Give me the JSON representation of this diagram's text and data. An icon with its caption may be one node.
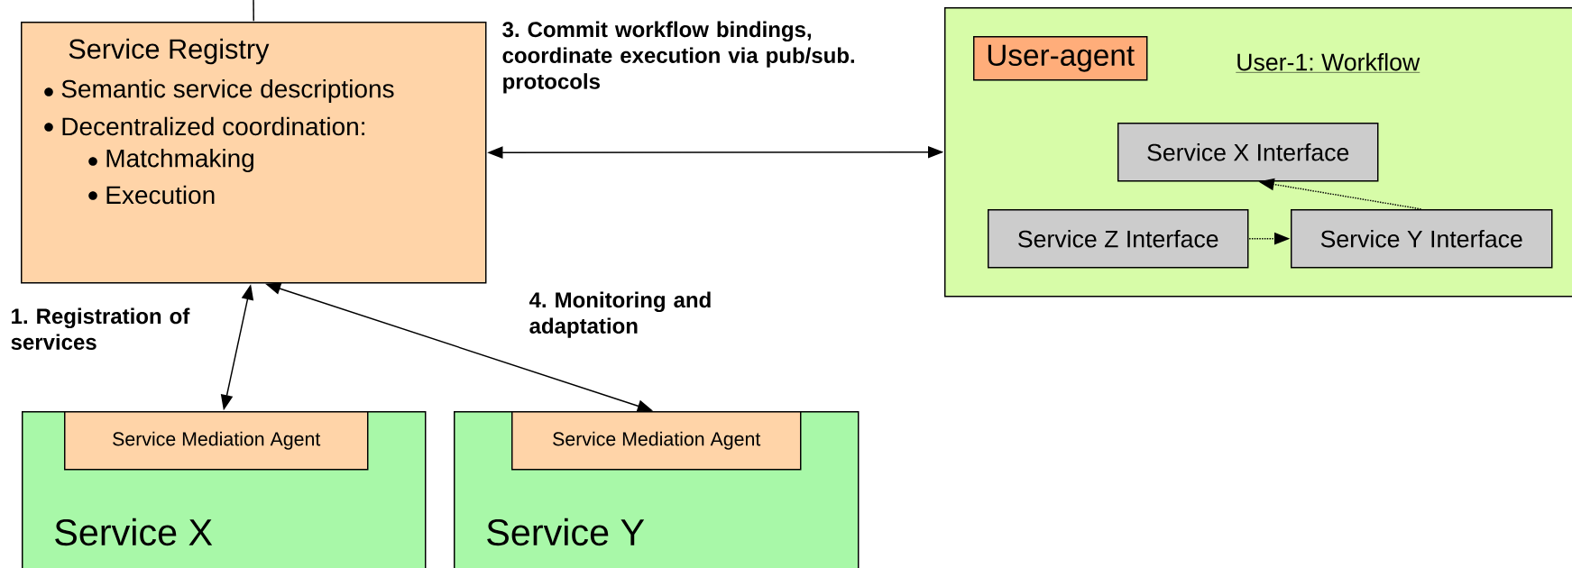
{
  "diagram": {
    "nodes": [
      {
        "text": [
          "Service Registry",
          "Semantic service descriptions",
          "Decentralized coordination:",
          "Matchmaking",
          "Execution"
        ]
      },
      {
        "text": [
          "User-1: Workflow"
        ]
      },
      {
        "text": [
          "User-agent"
        ],
        "in": 1
      },
      {
        "text": [
          "Service X Interface"
        ],
        "in": 1
      },
      {
        "text": [
          "Service Z Interface"
        ],
        "in": 1
      },
      {
        "text": [
          "Service Y Interface"
        ],
        "in": 1
      },
      {
        "text": [
          "Service X"
        ]
      },
      {
        "text": [
          "Service Mediation Agent"
        ],
        "in": 6
      },
      {
        "text": [
          "Service Y"
        ]
      },
      {
        "text": [
          "Service Mediation Agent"
        ],
        "in": 8
      }
    ],
    "edges": [
      {
        "from": null,
        "to": 0,
        "arrow": "none"
      },
      {
        "from": 0,
        "to": 1,
        "arrow": "both",
        "label": "3. Commit workflow bindings, coordinate execution via pub/sub. protocols"
      },
      {
        "from": 5,
        "to": 3,
        "arrow": "to",
        "style": "dashed"
      },
      {
        "from": 4,
        "to": 5,
        "arrow": "to",
        "style": "dashed"
      },
      {
        "from": 7,
        "to": 0,
        "arrow": "both",
        "label": "1. Registration of services"
      },
      {
        "from": 0,
        "to": 9,
        "arrow": "both",
        "label": "4. Monitoring and adaptation"
      }
    ]
  }
}
